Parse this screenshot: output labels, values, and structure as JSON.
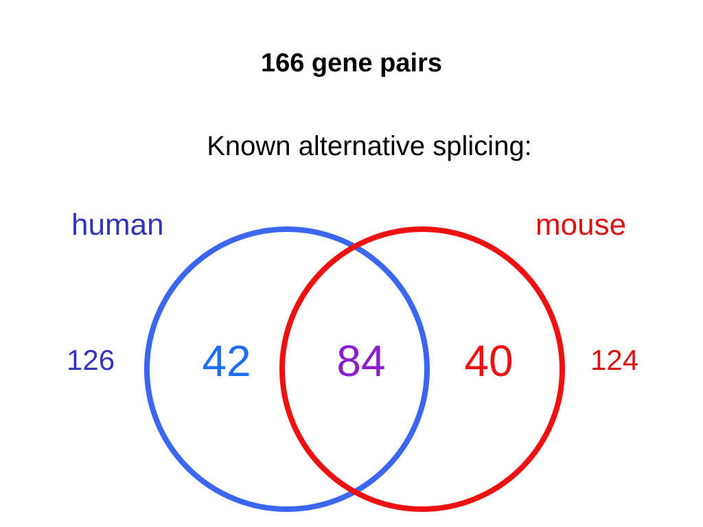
{
  "title": "166 gene pairs",
  "subtitle": "Known alternative splicing:",
  "sets": {
    "human": {
      "label": "human",
      "total": "126",
      "only": "42",
      "color": "#3a66f0",
      "label_color": "#3333bb",
      "only_color": "#1f6ef0"
    },
    "mouse": {
      "label": "mouse",
      "total": "124",
      "only": "40",
      "color": "#ee1111",
      "label_color": "#dd1111",
      "only_color": "#ee1111"
    }
  },
  "overlap": {
    "value": "84",
    "color": "#8a1fd0"
  }
}
